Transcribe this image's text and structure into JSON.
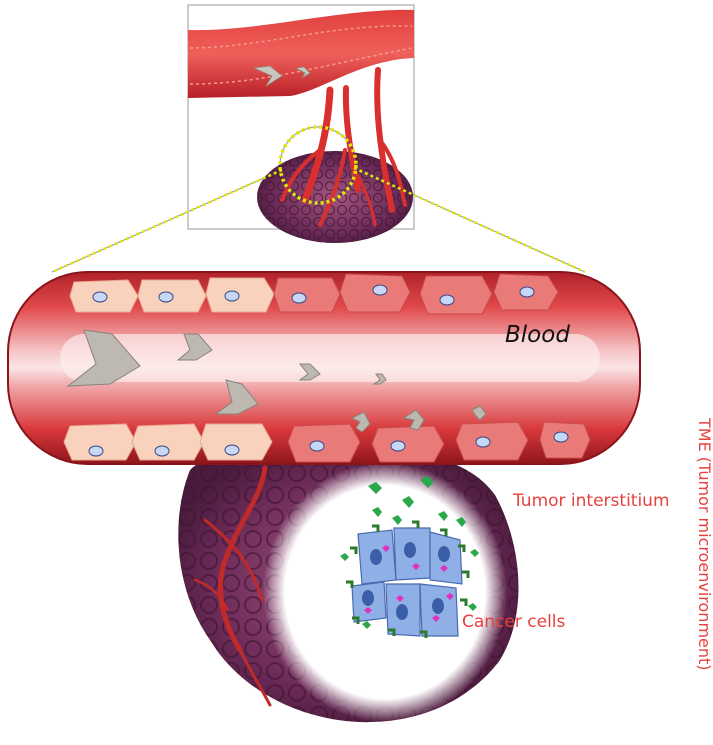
{
  "labels": {
    "blood": "Blood",
    "tumor_interstitium": "Tumor interstitium",
    "cancer_cells": "Cancer cells",
    "tme": "TME (Tumor microenvironment)"
  },
  "colors": {
    "label_red": "#e8403f",
    "vessel": "#d8383a",
    "vessel_dark": "#a81c22",
    "endothelial_pale": "#f8d2bc",
    "endothelial_red": "#ea7a78",
    "tumor_purple": "#7c3568",
    "cancer_cell_blue": "#8fb0e6",
    "particle_grey": "#b8b4aa",
    "ligand_green": "#2aa84a",
    "dotted_yellow": "#e6e600"
  }
}
